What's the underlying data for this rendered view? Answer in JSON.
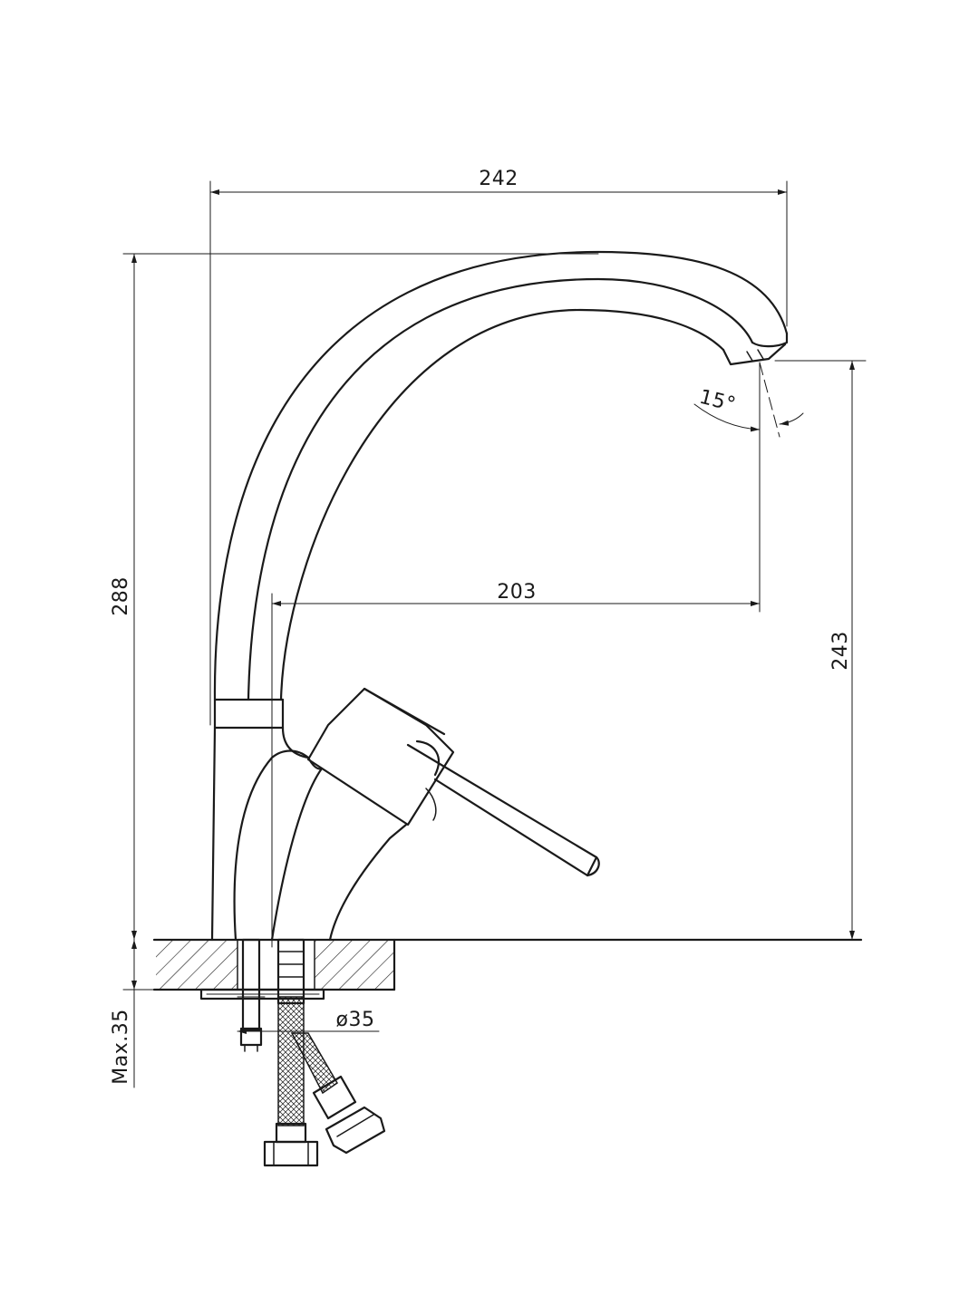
{
  "dimensions": {
    "overall_width": "242",
    "overall_height": "288",
    "spout_reach": "203",
    "spout_height": "243",
    "spray_angle": "15°",
    "hole_diameter": "ø35",
    "max_counter_thickness": "Max.35"
  }
}
